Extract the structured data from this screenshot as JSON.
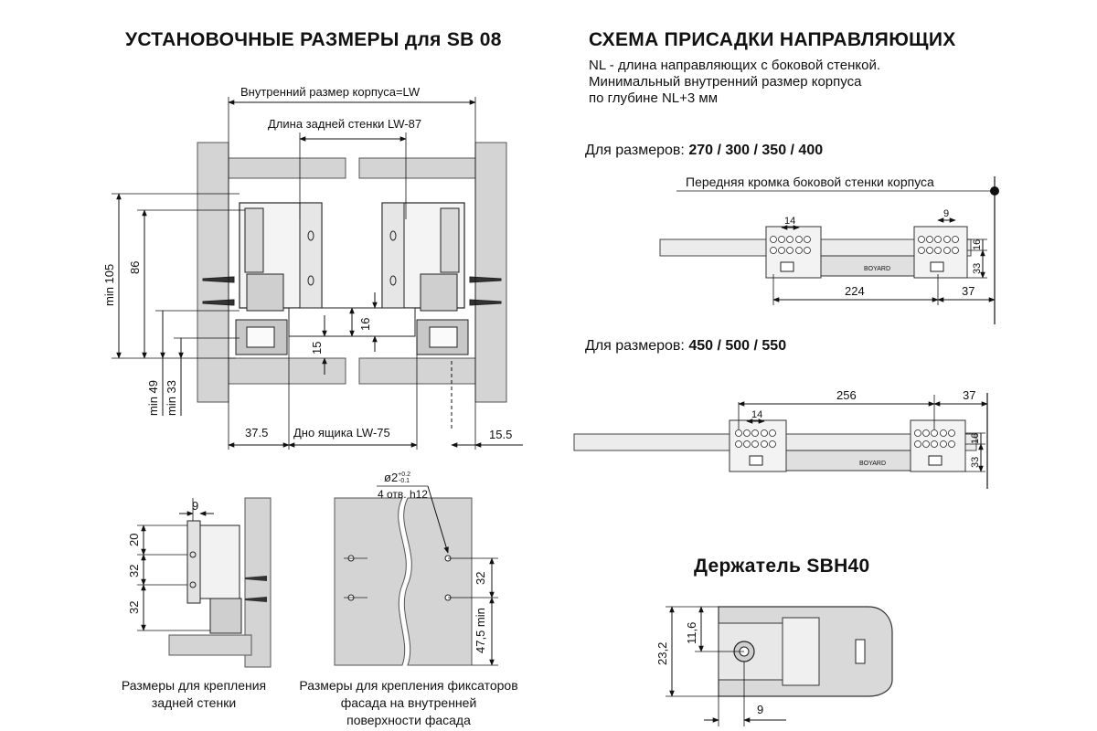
{
  "left": {
    "title": "УСТАНОВОЧНЫЕ РАЗМЕРЫ для SB 08",
    "inner_size": "Внутренний размер корпуса=LW",
    "back_wall": "Длина задней стенки  LW-87",
    "bottom": "Дно ящика  LW-75",
    "dims": {
      "min105": "min 105",
      "d86": "86",
      "min49": "min 49",
      "min33": "min 33",
      "d16": "16",
      "d15": "15",
      "d375": "37.5",
      "d155": "15.5"
    }
  },
  "back_mount": {
    "dims": {
      "d9": "9",
      "d20": "20",
      "d32a": "32",
      "d32b": "32"
    },
    "caption": [
      "Размеры  для крепления",
      "задней стенки"
    ]
  },
  "front_mount": {
    "hole_label": "ø2",
    "hole_tol_top": "+0.2",
    "hole_tol_bottom": "-0.1",
    "hole_spec": "4 отв. h12",
    "dims": {
      "d32": "32",
      "d475": "47,5 min"
    },
    "caption": [
      "Размеры для крепления фиксаторов",
      "фасада на внутренней",
      "поверхности фасада"
    ]
  },
  "right": {
    "title": "СХЕМА ПРИСАДКИ НАПРАВЛЯЮЩИХ",
    "notes": [
      "NL - длина направляющих с боковой стенкой.",
      "Минимальный внутренний размер корпуса",
      "по глубине NL+3 мм"
    ],
    "sizes1_prefix": "Для размеров: ",
    "sizes1_values": "270 / 300 / 350 / 400",
    "front_edge": "Передняя кромка боковой стенки корпуса",
    "sizes2_prefix": "Для размеров: ",
    "sizes2_values": "450 / 500 / 550",
    "dims1": {
      "d14": "14",
      "d9": "9",
      "d16": "16",
      "d33": "33",
      "d224": "224",
      "d37": "37"
    },
    "dims2": {
      "d14": "14",
      "d256": "256",
      "d37": "37",
      "d16": "16",
      "d33": "33"
    },
    "brand_mark": "BOYARD"
  },
  "holder": {
    "title": "Держатель SBH40",
    "dims": {
      "d116": "11,6",
      "d232": "23,2",
      "d9": "9"
    }
  }
}
